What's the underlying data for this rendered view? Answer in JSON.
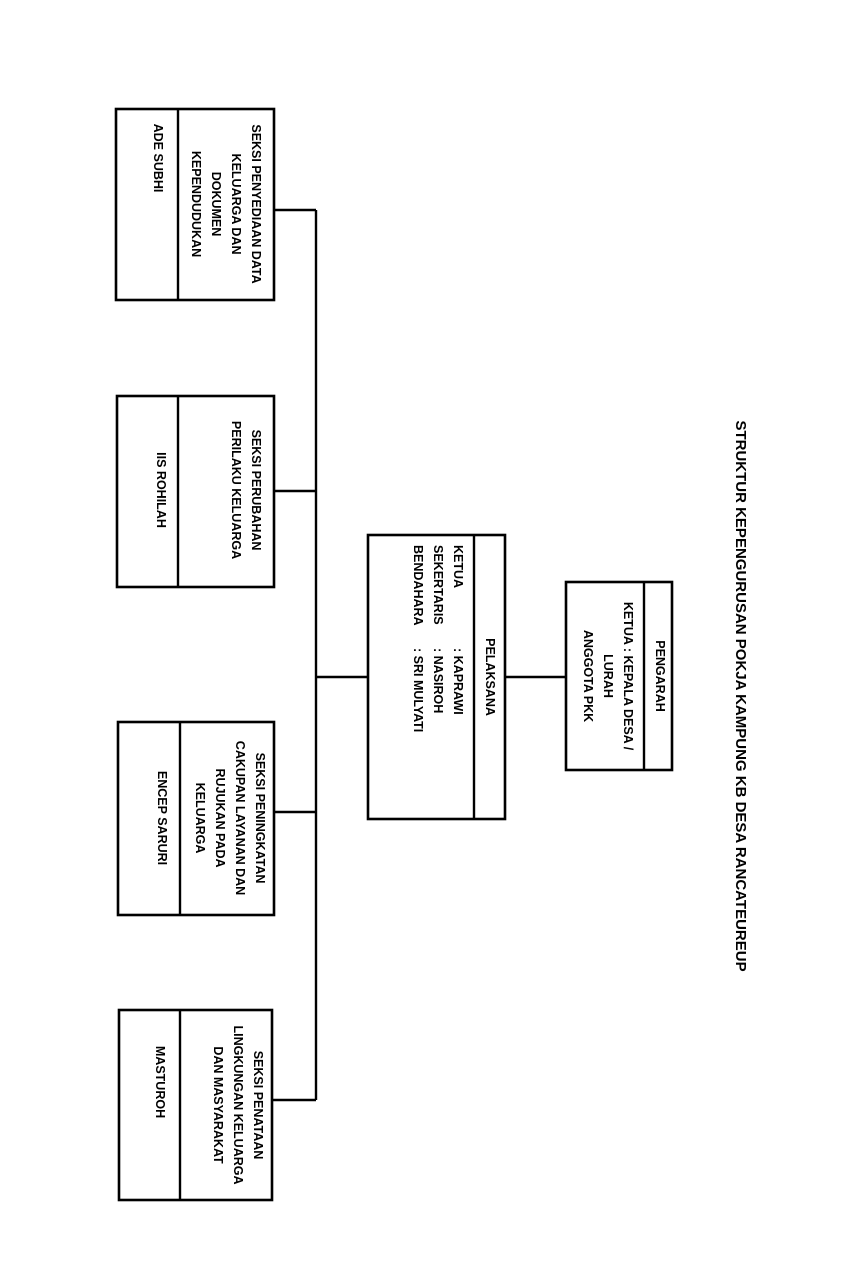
{
  "title": "STRUKTUR KEPENGURUSAN POKJA KAMPUNG KB DESA RANCATEUREUP",
  "pengarah": {
    "heading": "PENGARAH",
    "lines": [
      "KETUA : KEPALA DESA /",
      "LURAH",
      "ANGGOTA PKK"
    ]
  },
  "pelaksana": {
    "heading": "PELAKSANA",
    "rows": [
      {
        "role": "KETUA",
        "name": ": KAPRAWI"
      },
      {
        "role": "SEKERTARIS",
        "name": ": NASIROH"
      },
      {
        "role": "BENDAHARA",
        "name": ": SRI MULYATI"
      }
    ]
  },
  "seksi": [
    {
      "lines": [
        "SEKSI PENYEDIAAN DATA",
        "KELUARGA DAN",
        "DOKUMEN",
        "KEPENDUDUKAN"
      ],
      "person": "ADE SUBHI"
    },
    {
      "lines": [
        "SEKSI PERUBAHAN",
        "PERILAKU KELUARGA"
      ],
      "person": "IIS ROHILAH"
    },
    {
      "lines": [
        "SEKSI PENINGKATAN",
        "CAKUPAN LAYANAN DAN",
        "RUJUKAN PADA",
        "KELUARGA"
      ],
      "person": "ENCEP SARURI"
    },
    {
      "lines": [
        "SEKSI PENATAAN",
        "LINGKUNGAN KELUARGA",
        "DAN MASYARAKAT"
      ],
      "person": "MASTUROH"
    }
  ]
}
